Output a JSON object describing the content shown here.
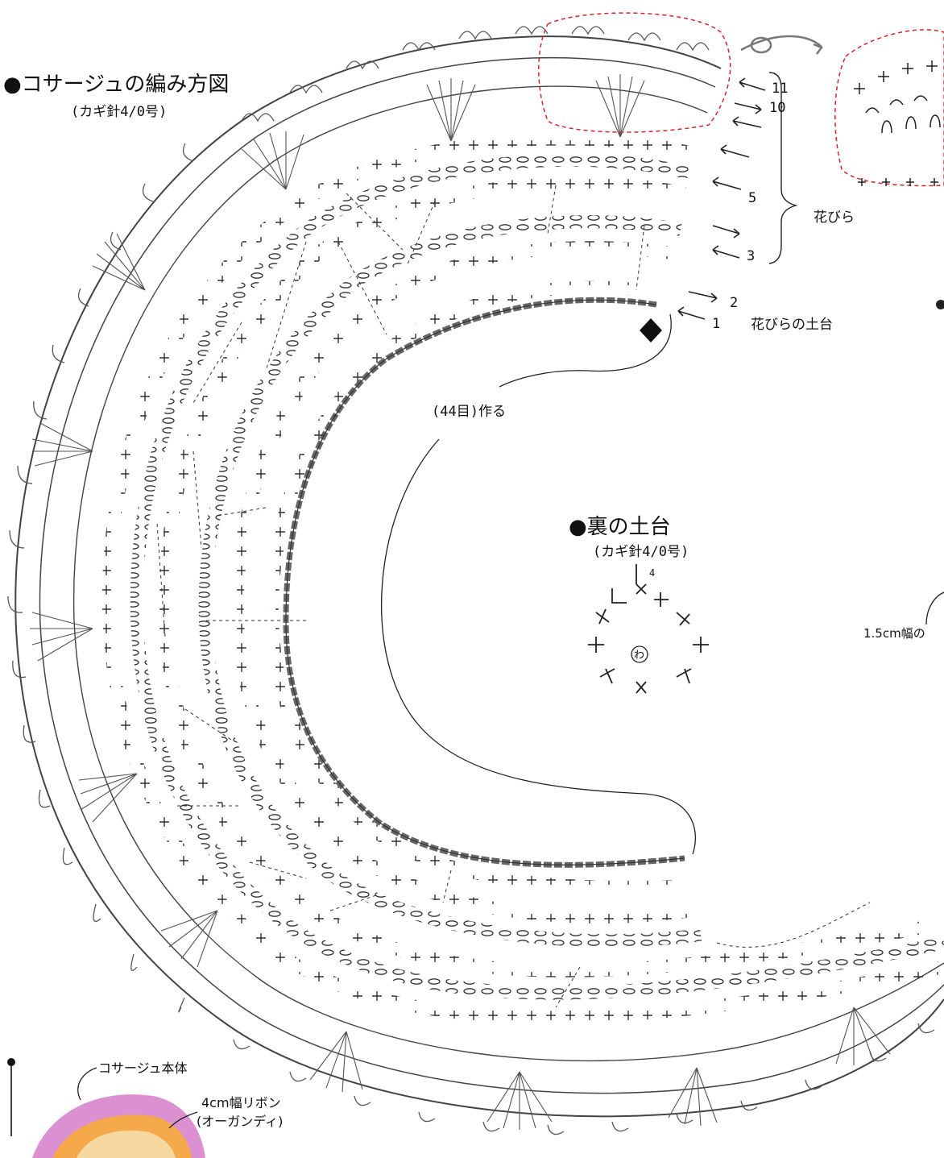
{
  "main_title": "●コサージュの編み方図",
  "main_hook": "(カギ針4/0号)",
  "back_title": "●裏の土台",
  "back_hook": "(カギ針4/0号)",
  "ring_mark": "わ",
  "chain_label": "(44目)作る",
  "petals_label": "花びら",
  "base_label": "花びらの土台",
  "row_numbers": [
    "11",
    "10",
    "5",
    "3",
    "2",
    "1",
    "4"
  ],
  "ribbon_label": "1.5cm幅の",
  "corsage_body_label": "コサージュ本体",
  "ribbon4_line1": "4cm幅リボン",
  "ribbon4_line2": "(オーガンディ)",
  "colors": {
    "accent_red": "#d8232a",
    "ink": "#222222",
    "pink": "#d98ad0",
    "orange": "#f6a94a",
    "cream": "#f6d9a0"
  }
}
